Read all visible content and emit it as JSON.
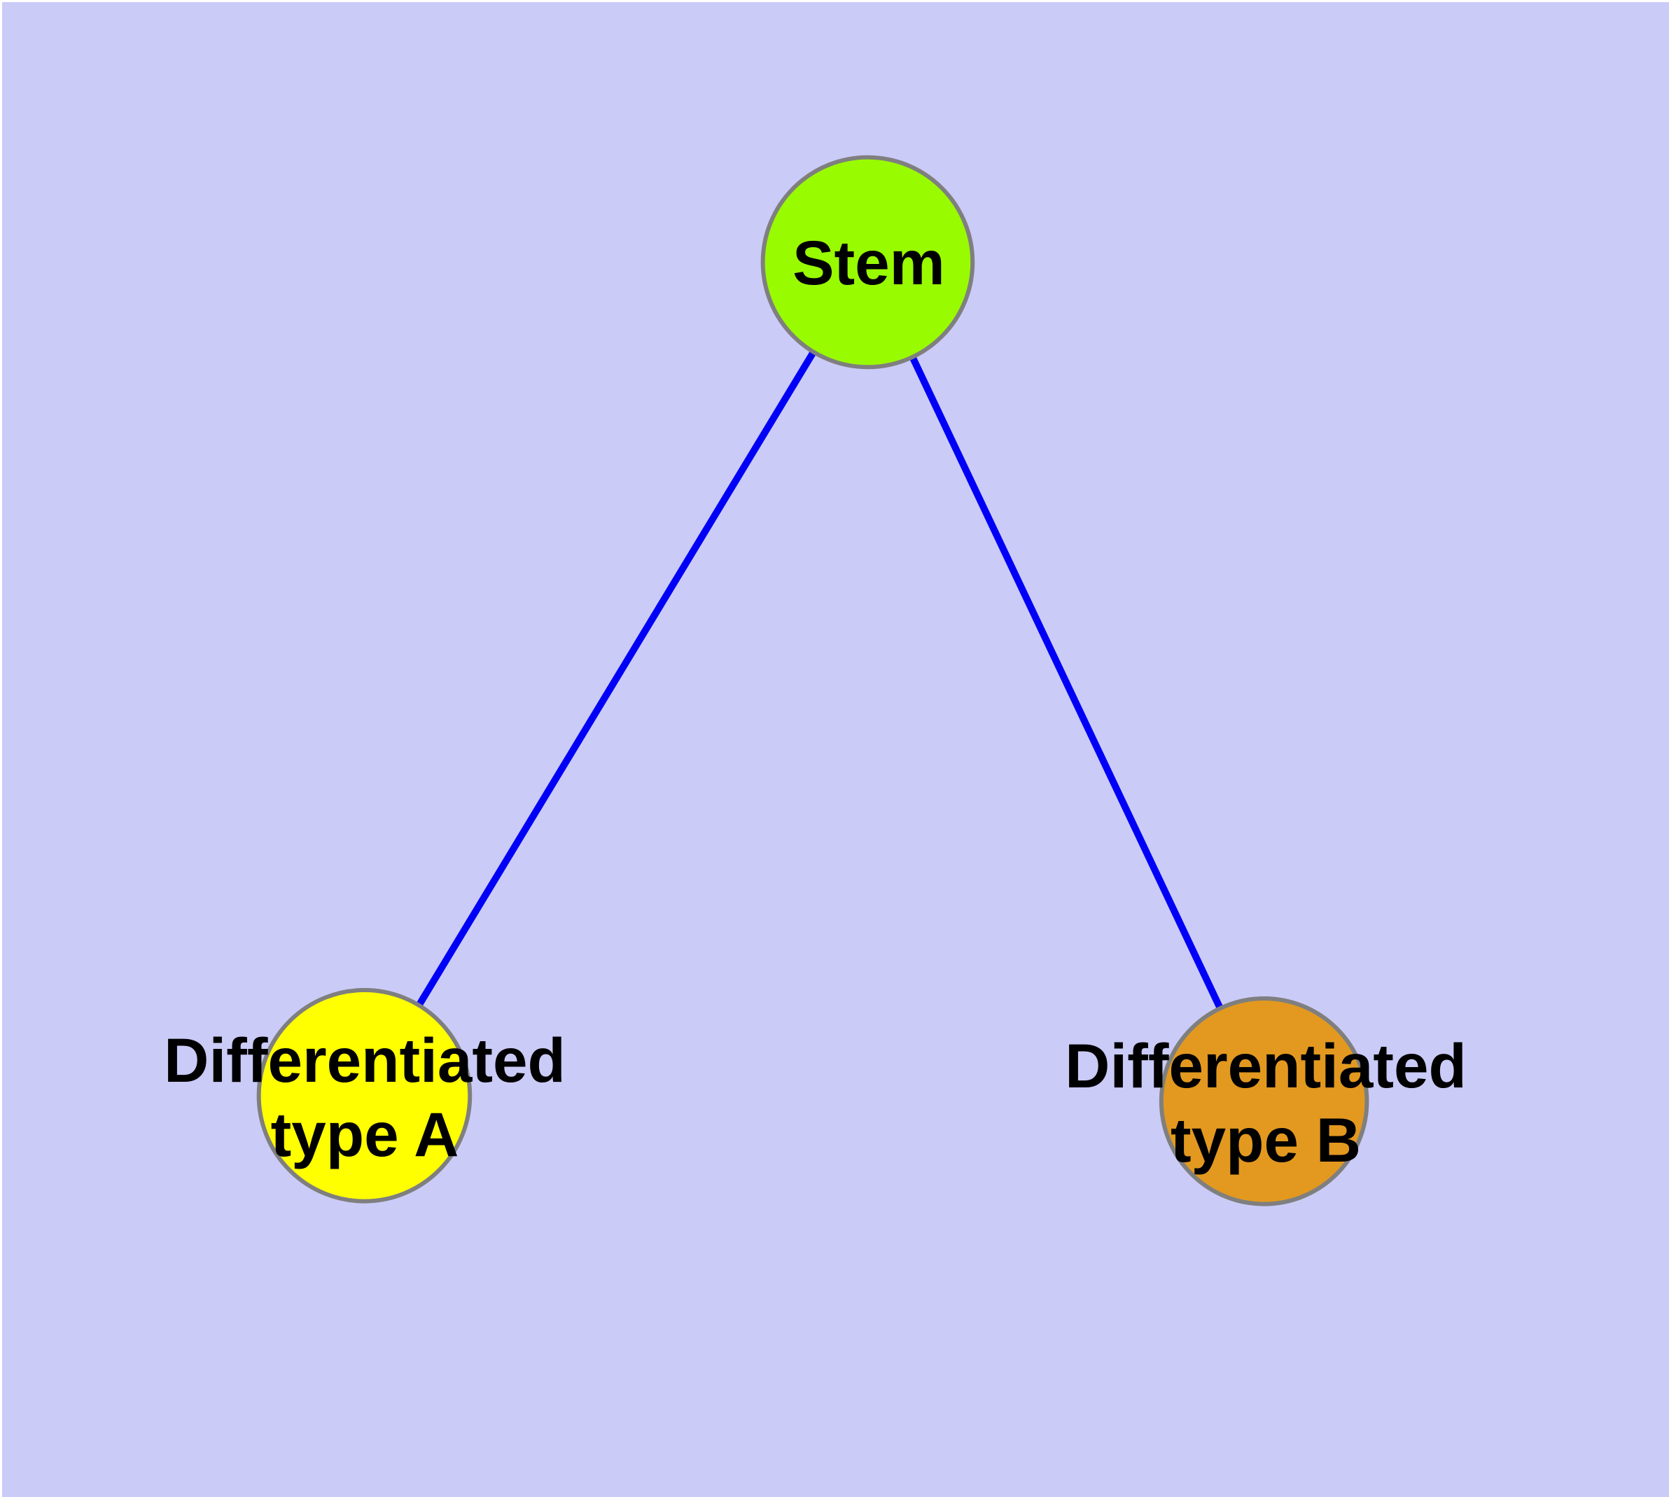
{
  "diagram": {
    "type": "node-link-graph",
    "background_color": "#cbcbf8",
    "edge_color": "#0000f7",
    "node_border_color": "#7f7f7f",
    "text_color": "#000000",
    "nodes": [
      {
        "id": "stem",
        "label": "Stem",
        "lines": [
          "Stem"
        ],
        "color": "#99fb00"
      },
      {
        "id": "diff-a",
        "label": "Differentiated type A",
        "lines": [
          "Differentiated",
          "type A"
        ],
        "color": "#ffff00"
      },
      {
        "id": "diff-b",
        "label": "Differentiated type B",
        "lines": [
          "Differentiated",
          "type B"
        ],
        "color": "#e3991f"
      }
    ],
    "edges": [
      {
        "from": "Stem",
        "to": "Differentiated type A"
      },
      {
        "from": "Stem",
        "to": "Differentiated type B"
      }
    ]
  }
}
